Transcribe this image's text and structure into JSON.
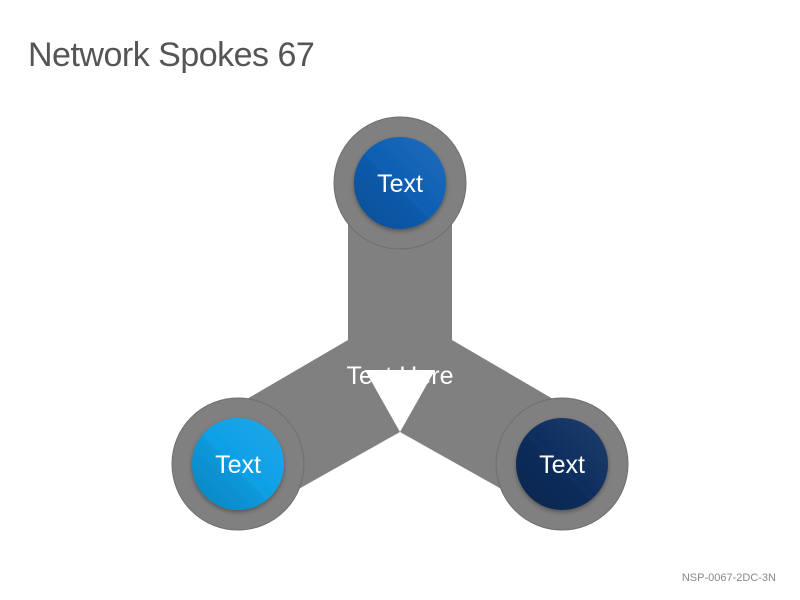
{
  "title": "Network Spokes 67",
  "footer_code": "NSP-0067-2DC-3N",
  "hub": {
    "label": "Text Here"
  },
  "nodes": [
    {
      "label": "Text",
      "position": "top",
      "color": "#0a5fb4"
    },
    {
      "label": "Text",
      "position": "bottom-left",
      "color": "#0aa0e6"
    },
    {
      "label": "Text",
      "position": "bottom-right",
      "color": "#0c2f5e"
    }
  ],
  "colors": {
    "spoke": "#808080",
    "spoke_border": "#6e6e6e"
  }
}
